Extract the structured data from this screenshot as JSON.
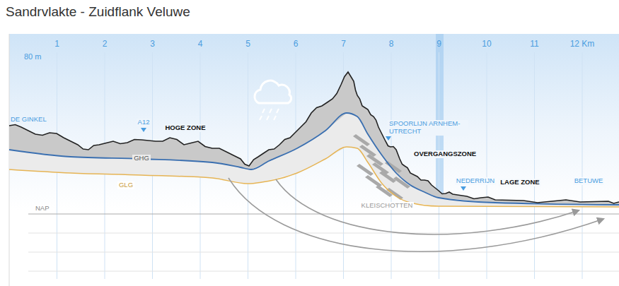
{
  "diagram": {
    "title": "Sandrvlakte - Zuidflank Veluwe",
    "labels": [
      "1",
      "2",
      "3",
      "4",
      "5",
      "6",
      "7",
      "8",
      "9",
      "10",
      "11",
      "12 Km",
      "80 m",
      "DE GINKEL",
      "A12",
      "HOGE ZONE",
      "GHG",
      "GLG",
      "SPOORLIJN ARNHEM-UTRECHT",
      "OVERGANGSZONE",
      "NEDERRIJN",
      "LAGE ZONE",
      "BETUWE",
      "NAP",
      "KLEISCHOTTEN"
    ]
  }
}
